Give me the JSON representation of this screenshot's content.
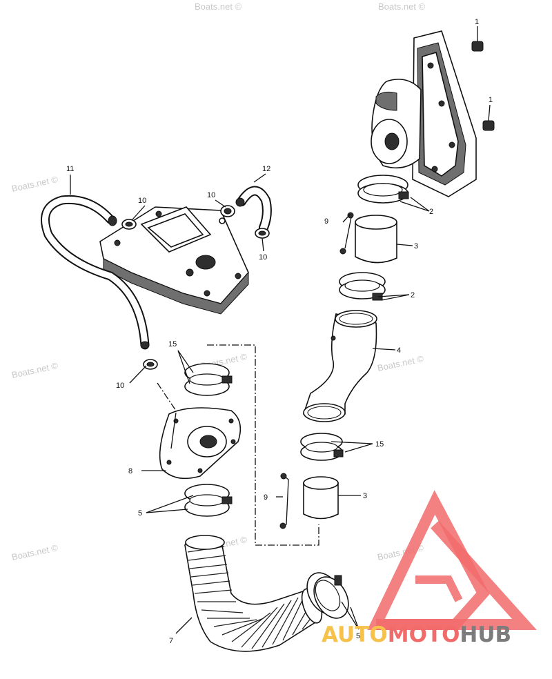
{
  "watermark": {
    "text": "Boats.net ©"
  },
  "callouts": {
    "c1a": "1",
    "c1b": "1",
    "c2a": "2",
    "c2b": "2",
    "c3a": "3",
    "c3b": "3",
    "c4": "4",
    "c5a": "5",
    "c5b": "5",
    "c7": "7",
    "c8": "8",
    "c9a": "9",
    "c9b": "9",
    "c10a": "10",
    "c10b": "10",
    "c10c": "10",
    "c10d": "10",
    "c11": "11",
    "c12": "12",
    "c15a": "15",
    "c15b": "15"
  },
  "logo": {
    "part1": "AUTO",
    "part2": "MOTO",
    "part3": "HUB",
    "colors": {
      "auto": "#f6c24d",
      "moto": "#f26b6b",
      "hub": "#7c7c7c",
      "triangle": "#f26b6b"
    }
  }
}
